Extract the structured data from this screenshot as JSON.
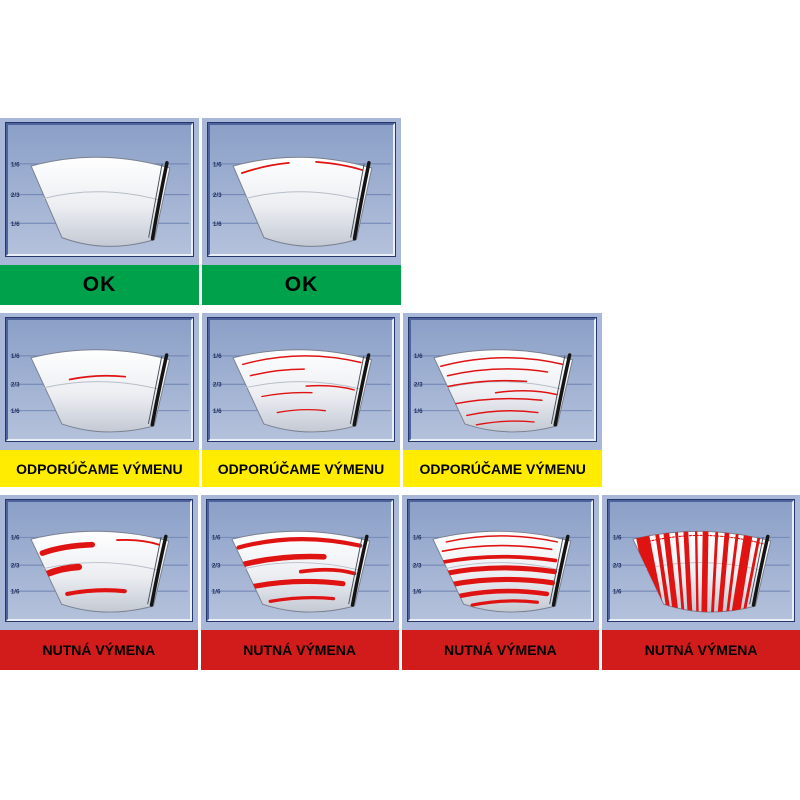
{
  "statuses": {
    "ok": {
      "label": "OK",
      "color": "#00a14b",
      "text_color": "#000000"
    },
    "recommend": {
      "label": "ODPORÚČAME VÝMENU",
      "color": "#ffec00",
      "text_color": "#000000"
    },
    "replace": {
      "label": "NUTNÁ VÝMENA",
      "color": "#d21b1b",
      "text_color": "#000000"
    }
  },
  "guides": [
    {
      "y": 38,
      "label": "1/6"
    },
    {
      "y": 68,
      "label": "2/3"
    },
    {
      "y": 96,
      "label": "1/6"
    }
  ],
  "colors": {
    "page_bg": "#ffffff",
    "cell_bg": "#a9b8d8",
    "frame_top": "#8ba0c8",
    "frame_bottom": "#b4c1db",
    "guide": "#6e82b2",
    "fraction_text": "#1f3060",
    "fan_top": "#ffffff",
    "fan_mid": "#eceef2",
    "fan_bottom": "#c3c9d4",
    "fan_stroke": "#79808e",
    "faint_arc": "#b7bec9",
    "blade": "#141414",
    "streak": "#e01313"
  },
  "rows": [
    {
      "status": "ok",
      "cells": [
        {
          "id": "ok-clean",
          "streaks": []
        },
        {
          "id": "ok-light",
          "streaks": [
            {
              "a": [
                33,
                47,
                58,
                39,
                82,
                37
              ],
              "w": 1.7
            },
            {
              "a": [
                110,
                36,
                138,
                38,
                158,
                44
              ],
              "w": 1.7
            }
          ]
        }
      ]
    },
    {
      "status": "recommend",
      "cells": [
        {
          "id": "rec-1",
          "streaks": [
            {
              "a": [
                64,
                63,
                92,
                57,
                122,
                60
              ],
              "w": 1.8
            }
          ]
        },
        {
          "id": "rec-2",
          "streaks": [
            {
              "a": [
                34,
                47,
                95,
                30,
                157,
                45
              ],
              "w": 1.5
            },
            {
              "a": [
                42,
                59,
                70,
                52,
                98,
                52
              ],
              "w": 1.5
            },
            {
              "a": [
                100,
                70,
                128,
                68,
                150,
                74
              ],
              "w": 1.5
            },
            {
              "a": [
                54,
                81,
                80,
                76,
                106,
                77
              ],
              "w": 1.4
            },
            {
              "a": [
                70,
                98,
                96,
                93,
                120,
                96
              ],
              "w": 1.4
            }
          ]
        },
        {
          "id": "rec-3",
          "streaks": [
            {
              "a": [
                31,
                49,
                95,
                32,
                158,
                47
              ],
              "w": 1.6
            },
            {
              "a": [
                38,
                59,
                90,
                47,
                142,
                55
              ],
              "w": 1.6
            },
            {
              "a": [
                35,
                71,
                78,
                62,
                120,
                65
              ],
              "w": 1.6
            },
            {
              "a": [
                88,
                77,
                124,
                72,
                152,
                79
              ],
              "w": 1.6
            },
            {
              "a": [
                44,
                89,
                90,
                80,
                136,
                85
              ],
              "w": 1.6
            },
            {
              "a": [
                58,
                101,
                95,
                93,
                132,
                98
              ],
              "w": 1.5
            },
            {
              "a": [
                68,
                111,
                100,
                105,
                128,
                108
              ],
              "w": 1.4
            }
          ]
        }
      ]
    },
    {
      "status": "replace",
      "cells": [
        {
          "id": "rep-1",
          "streaks": [
            {
              "a": [
                36,
                55,
                58,
                47,
                88,
                46
              ],
              "w": 6
            },
            {
              "a": [
                42,
                77,
                57,
                71,
                74,
                70
              ],
              "w": 7
            },
            {
              "a": [
                62,
                99,
                92,
                93,
                122,
                96
              ],
              "w": 4.5
            },
            {
              "a": [
                114,
                41,
                140,
                40,
                158,
                46
              ],
              "w": 2
            }
          ]
        },
        {
          "id": "rep-2",
          "streaks": [
            {
              "a": [
                31,
                49,
                92,
                32,
                158,
                47
              ],
              "w": 4.5
            },
            {
              "a": [
                37,
                67,
                76,
                57,
                120,
                59
              ],
              "w": 6
            },
            {
              "a": [
                96,
                75,
                130,
                70,
                152,
                77
              ],
              "w": 4
            },
            {
              "a": [
                46,
                91,
                92,
                82,
                140,
                88
              ],
              "w": 5.5
            },
            {
              "a": [
                64,
                107,
                98,
                101,
                130,
                104
              ],
              "w": 3.5
            }
          ]
        },
        {
          "id": "rep-3",
          "streaks": [
            {
              "a": [
                38,
                43,
                95,
                30,
                154,
                43
              ],
              "w": 1.6
            },
            {
              "a": [
                34,
                53,
                90,
                42,
                148,
                51
              ],
              "w": 1.8
            },
            {
              "a": [
                33,
                65,
                90,
                54,
                152,
                63
              ],
              "w": 4
            },
            {
              "a": [
                37,
                77,
                92,
                66,
                151,
                75
              ],
              "w": 5.5
            },
            {
              "a": [
                43,
                89,
                94,
                79,
                149,
                87
              ],
              "w": 5.5
            },
            {
              "a": [
                53,
                101,
                96,
                92,
                143,
                99
              ],
              "w": 5
            },
            {
              "a": [
                65,
                111,
                100,
                104,
                133,
                108
              ],
              "w": 3.5
            }
          ]
        },
        {
          "id": "rep-4",
          "streaks": [
            {
              "a": [
                30,
                45,
                95,
                27,
                160,
                45
              ],
              "w": 1.2,
              "dash": "2 1.6"
            },
            {
              "v": 32,
              "w": 14
            },
            {
              "v": 48,
              "w": 4
            },
            {
              "v": 58,
              "w": 6
            },
            {
              "v": 69,
              "w": 3
            },
            {
              "v": 79,
              "w": 5
            },
            {
              "v": 90,
              "w": 2.5
            },
            {
              "v": 100,
              "w": 6
            },
            {
              "v": 112,
              "w": 3
            },
            {
              "v": 123,
              "w": 5
            },
            {
              "v": 134,
              "w": 3
            },
            {
              "v": 146,
              "w": 9
            },
            {
              "v": 158,
              "w": 3
            }
          ]
        }
      ]
    }
  ]
}
